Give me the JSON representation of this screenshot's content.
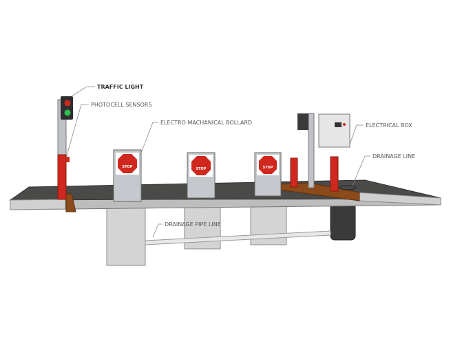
{
  "labels": {
    "traffic_light": "TRAFFIC LIGHT",
    "photocell_sensors": "PHOTOCELL SENSORS",
    "bollard": "ELECTRO MACHANICAL BOLLARD",
    "electrical_box": "ELECTRICAL BOX",
    "drainage_line": "DRAINAGE LINE",
    "drainage_pipe_line": "DRAINAGE PIPE LINE"
  },
  "sign_text": "STOP",
  "colors": {
    "road": "#4a4a48",
    "concrete": "#c8c8c8",
    "red": "#d0281e",
    "wood": "#8a4a1a",
    "pole": "#bfc3c8"
  }
}
